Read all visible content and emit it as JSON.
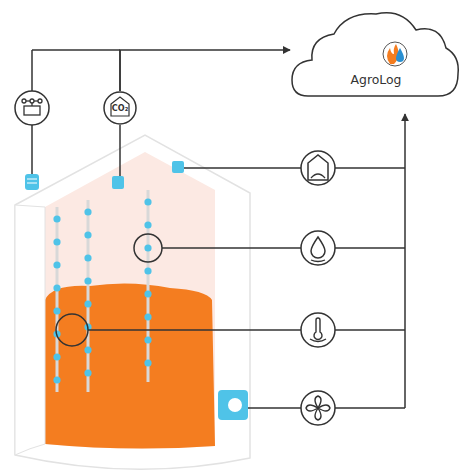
{
  "diagram": {
    "nodes": [
      {
        "text": [
          "AgroLog"
        ]
      },
      {
        "text": [
          "CO₂"
        ]
      }
    ],
    "edges": [
      {
        "from": 1,
        "to": 0,
        "arrow": "to"
      }
    ]
  }
}
